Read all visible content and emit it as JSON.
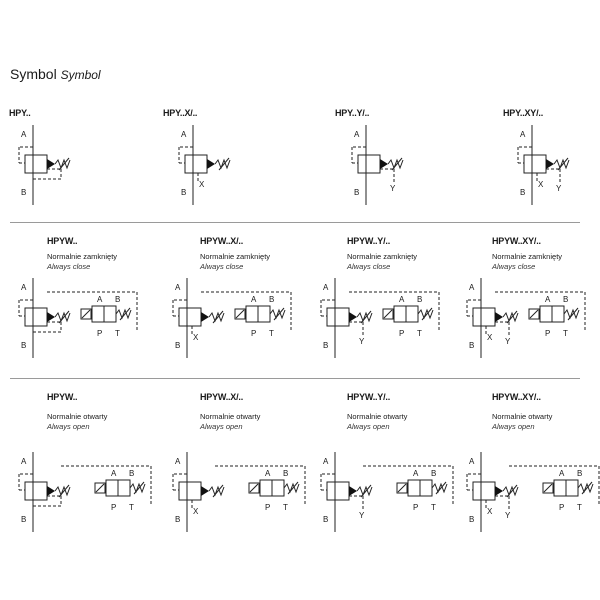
{
  "title": {
    "main": "Symbol",
    "italic": "Symbol"
  },
  "row1": {
    "items": [
      {
        "code": "HPY..",
        "x_port": false,
        "y_port": false
      },
      {
        "code": "HPY..X/..",
        "x_port": true,
        "y_port": false
      },
      {
        "code": "HPY..Y/..",
        "x_port": false,
        "y_port": true
      },
      {
        "code": "HPY..XY/..",
        "x_port": true,
        "y_port": true
      }
    ]
  },
  "row2": {
    "subtitle_pl": "Normalnie zamknięty",
    "subtitle_en": "Always close",
    "items": [
      {
        "code": "HPYW..",
        "x_port": false,
        "y_port": false
      },
      {
        "code": "HPYW..X/..",
        "x_port": true,
        "y_port": false
      },
      {
        "code": "HPYW..Y/..",
        "x_port": false,
        "y_port": true
      },
      {
        "code": "HPYW..XY/..",
        "x_port": true,
        "y_port": true
      }
    ]
  },
  "row3": {
    "subtitle_pl": "Normalnie otwarty",
    "subtitle_en": "Always open",
    "items": [
      {
        "code": "HPYW..",
        "x_port": false,
        "y_port": false
      },
      {
        "code": "HPYW..X/..",
        "x_port": true,
        "y_port": false
      },
      {
        "code": "HPYW..Y/..",
        "x_port": false,
        "y_port": true
      },
      {
        "code": "HPYW..XY/..",
        "x_port": true,
        "y_port": true
      }
    ]
  },
  "ports": {
    "a": "A",
    "b": "B",
    "x": "X",
    "y": "Y",
    "p": "P",
    "t": "T"
  }
}
